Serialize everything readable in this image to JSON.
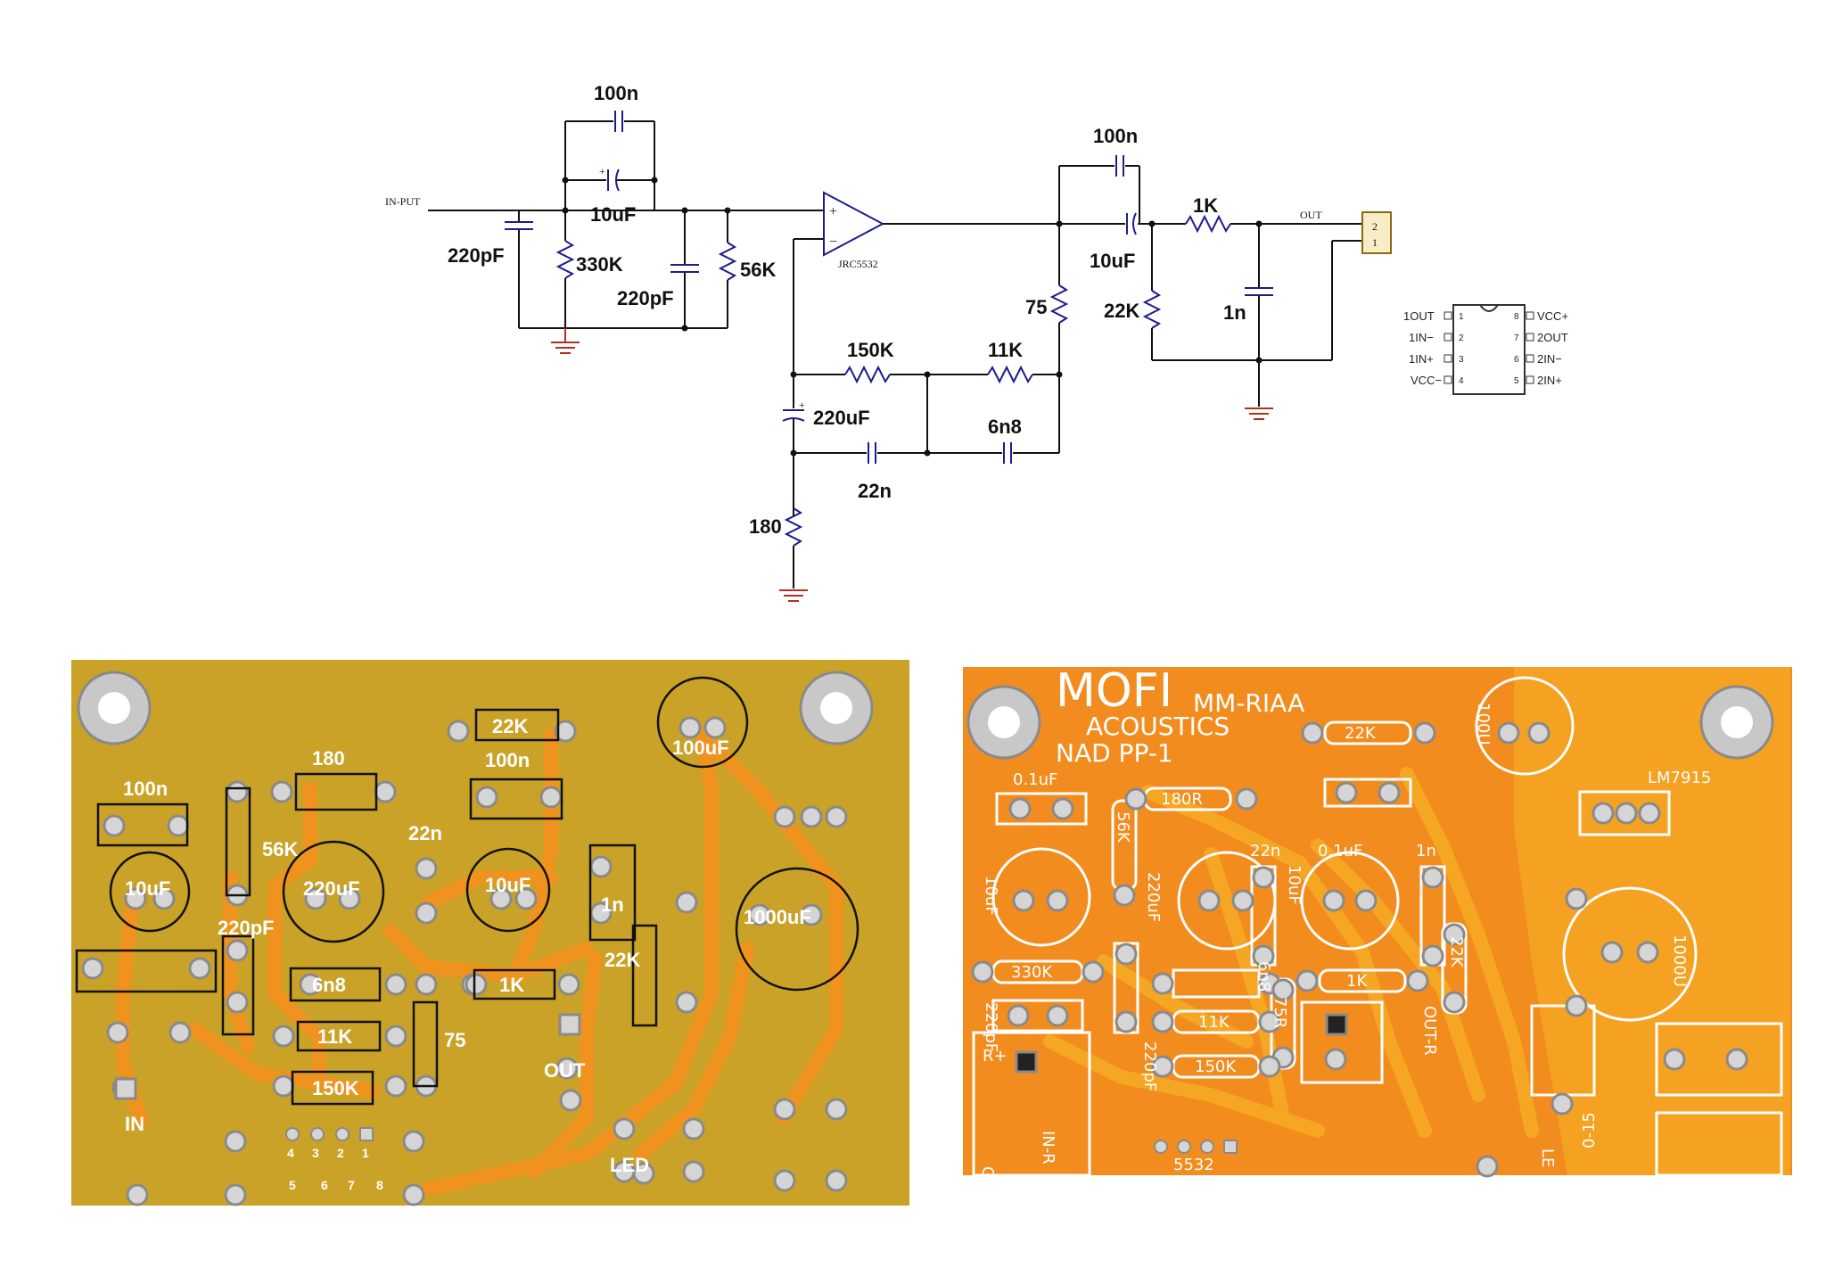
{
  "schematic": {
    "input_label": "IN-PUT",
    "output_label": "OUT",
    "opamp_label": "JRC5532",
    "connector_pins": [
      "2",
      "1"
    ],
    "components": {
      "c_100n_top": "100n",
      "c_10uf_in": "10uF",
      "c_220pf_in": "220pF",
      "r_330k": "330K",
      "c_220pf_mid": "220pF",
      "r_56k": "56K",
      "c_100n_out": "100n",
      "c_10uf_out": "10uF",
      "r_1k": "1K",
      "r_75": "75",
      "r_22k": "22K",
      "c_1n": "1n",
      "r_150k": "150K",
      "r_11k": "11K",
      "c_220uf": "220uF",
      "c_6n8": "6n8",
      "c_22n": "22n",
      "r_180": "180"
    },
    "ic_pinout": {
      "left": [
        {
          "num": "1",
          "name": "1OUT"
        },
        {
          "num": "2",
          "name": "1IN−"
        },
        {
          "num": "3",
          "name": "1IN+"
        },
        {
          "num": "4",
          "name": "VCC−"
        }
      ],
      "right": [
        {
          "num": "8",
          "name": "VCC+"
        },
        {
          "num": "7",
          "name": "2OUT"
        },
        {
          "num": "6",
          "name": "2IN−"
        },
        {
          "num": "5",
          "name": "2IN+"
        }
      ]
    }
  },
  "pcb_left": {
    "board_color": "#c9a227",
    "trace_color": "#f0931e",
    "labels": {
      "c100n_a": "100n",
      "r180": "180",
      "r22k_top": "22K",
      "c100n_b": "100n",
      "c100uf": "100uF",
      "r56k": "56K",
      "c22n": "22n",
      "c10uf_a": "10uF",
      "c220uf": "220uF",
      "c10uf_b": "10uF",
      "c1n": "1n",
      "c1000uf": "1000uF",
      "c220pf": "220pF",
      "r22k_mid": "22K",
      "c6n8": "6n8",
      "r1k": "1K",
      "r11k": "11K",
      "r75": "75",
      "r150k": "150K",
      "out": "OUT",
      "in": "IN",
      "led": "LED"
    },
    "ic_pins_top": [
      "4",
      "3",
      "2",
      "1"
    ],
    "ic_pins_bottom": [
      "5",
      "6",
      "7",
      "8"
    ]
  },
  "pcb_right": {
    "board_color": "#f28c1e",
    "trace_color": "#f5a623",
    "logo_mofi": "MOFI",
    "logo_acoustics": "ACOUSTICS",
    "model": "MM-RIAA",
    "subtitle": "NAD PP-1",
    "labels": {
      "c01uf_a": "0.1uF",
      "r180r": "180R",
      "r22k_top": "22K",
      "c100u": "100U",
      "lm7915": "LM7915",
      "c22n": "22n",
      "c01uf_b": "0.1uF",
      "c1n": "1n",
      "r56k": "56K",
      "c220uf": "220uF",
      "c10uf_a": "10uF",
      "c10uf_b": "10uF",
      "r330k": "330K",
      "c6n8": "6n8",
      "r1k": "1K",
      "r22k_side": "22K",
      "c1000u": "1000U",
      "c220pf_a": "220pF",
      "r11k": "11K",
      "r75r": "75R",
      "c220pf_b": "220pF",
      "r150k": "150K",
      "out_r": "OUT-R",
      "r_plus": "R+",
      "in_r": "IN-R",
      "gnd": "GN",
      "ic_5532": "5532",
      "le": "LE",
      "v015": "0-15"
    }
  }
}
